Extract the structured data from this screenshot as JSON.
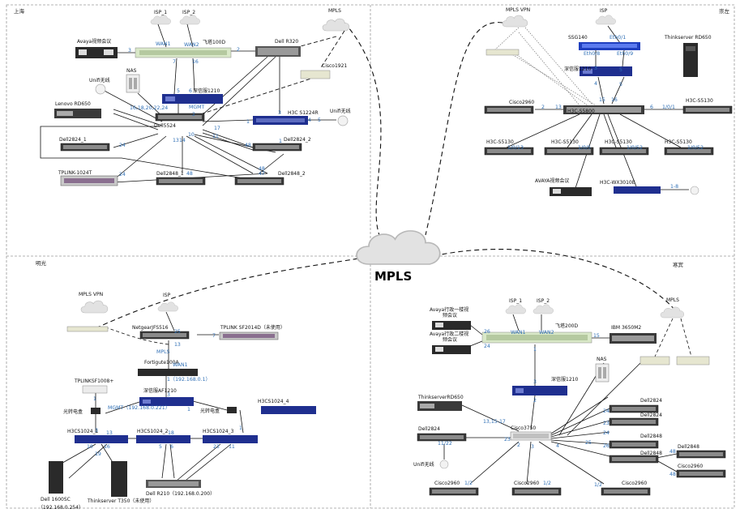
{
  "center": {
    "title": "MPLS"
  },
  "quadrants": [
    {
      "id": "tl",
      "region": "上海",
      "mpls": "MPLS",
      "isp1": "ISP_1",
      "isp2": "ISP_2"
    },
    {
      "id": "tr",
      "region": "崇左",
      "mpls": "MPLS VPN",
      "isp": "ISP"
    },
    {
      "id": "bl",
      "region": "明光",
      "mpls": "MPLS VPN",
      "isp": "ISP"
    },
    {
      "id": "br",
      "region": "寒宾",
      "mpls": "MPLS",
      "isp1": "ISP_1",
      "isp2": "ISP_2"
    }
  ],
  "devices": [
    {
      "id": "sh_avaya",
      "label": "Avaya视频会议"
    },
    {
      "id": "sh_fw",
      "label": "飞塔100D"
    },
    {
      "id": "sh_dellr320",
      "label": "Dell R320"
    },
    {
      "id": "sh_cisco1921",
      "label": "Cisco1921"
    },
    {
      "id": "sh_unifi1",
      "label": "Unifi无线"
    },
    {
      "id": "sh_nas",
      "label": "NAS"
    },
    {
      "id": "sh_sxf",
      "label": "深信服1210"
    },
    {
      "id": "sh_lenovo",
      "label": "Lenovo RD650"
    },
    {
      "id": "sh_dell5524",
      "label": "Dell5524"
    },
    {
      "id": "sh_h3c1224",
      "label": "H3C S1224R"
    },
    {
      "id": "sh_unifi2",
      "label": "Unifi无线"
    },
    {
      "id": "sh_dell2824a",
      "label": "Dell2824_1"
    },
    {
      "id": "sh_dell2824b",
      "label": "Dell2824_2"
    },
    {
      "id": "sh_tplink",
      "label": "TPLINK-1024T"
    },
    {
      "id": "sh_dell2848a",
      "label": "Dell2848_1"
    },
    {
      "id": "sh_dell2848b",
      "label": "Dell2848_2"
    },
    {
      "id": "cz_ssg",
      "label": "SSG140"
    },
    {
      "id": "cz_think",
      "label": "Thinkserver RD650"
    },
    {
      "id": "cz_sxf",
      "label": "深信服1210"
    },
    {
      "id": "cz_c2960",
      "label": "Cisco2960"
    },
    {
      "id": "cz_core",
      "label": "H3C-S5800"
    },
    {
      "id": "cz_s5130r",
      "label": "H3C-S5130"
    },
    {
      "id": "cz_a1",
      "label": "H3C-S5130"
    },
    {
      "id": "cz_a2",
      "label": "H3C-S5130"
    },
    {
      "id": "cz_a3",
      "label": "H3C-S5130"
    },
    {
      "id": "cz_a4",
      "label": "H3C-S5130"
    },
    {
      "id": "cz_avaya",
      "label": "AVAYA视频会议"
    },
    {
      "id": "cz_wx",
      "label": "H3C-WX3010E"
    },
    {
      "id": "mg_netgear",
      "label": "NetgearJFS516"
    },
    {
      "id": "mg_tplink",
      "label": "TPLINK SF2014D（未使用）"
    },
    {
      "id": "mg_fortigate",
      "label": "Fortigute100A"
    },
    {
      "id": "mg_sxf",
      "label": "深信服AF1210"
    },
    {
      "id": "mg_tplink1008",
      "label": "TPLINKSF1008+"
    },
    {
      "id": "mg_opt1",
      "label": "光转电盒"
    },
    {
      "id": "mg_opt2",
      "label": "光转电盒"
    },
    {
      "id": "mg_h3c4",
      "label": "H3CS1024_4"
    },
    {
      "id": "mg_h3c1",
      "label": "H3CS1024_1"
    },
    {
      "id": "mg_h3c2",
      "label": "H3CS1024_2"
    },
    {
      "id": "mg_h3c3",
      "label": "H3CS1024_3"
    },
    {
      "id": "mg_dell1600",
      "label": "Dell 1600SC"
    },
    {
      "id": "mg_dell1600ip",
      "label": "（192.168.0.254）"
    },
    {
      "id": "mg_think",
      "label": "Thinkserver T350（未使用）"
    },
    {
      "id": "mg_dellr210",
      "label": "Dell R210（192.168.0.200）"
    },
    {
      "id": "hb_avaya1",
      "label": "Avaya行政一楼视频会议"
    },
    {
      "id": "hb_avaya2",
      "label": "Avaya行政二楼视频会议"
    },
    {
      "id": "hb_fw",
      "label": "飞塔200D"
    },
    {
      "id": "hb_ibm",
      "label": "IBM 3650M2"
    },
    {
      "id": "hb_nas",
      "label": "NAS"
    },
    {
      "id": "hb_sxf",
      "label": "深信服1210"
    },
    {
      "id": "hb_think",
      "label": "ThinkserverRD650"
    },
    {
      "id": "hb_dell2824",
      "label": "Dell2824"
    },
    {
      "id": "hb_core",
      "label": "Cisco3750"
    },
    {
      "id": "hb_unifi",
      "label": "Unifi无线"
    },
    {
      "id": "hb_r1",
      "label": "Dell2824"
    },
    {
      "id": "hb_r2",
      "label": "Dell2824"
    },
    {
      "id": "hb_r3",
      "label": "Dell2848"
    },
    {
      "id": "hb_r4",
      "label": "Dell2848"
    },
    {
      "id": "hb_r5",
      "label": "Dell2848"
    },
    {
      "id": "hb_r6",
      "label": "Cisco2960"
    },
    {
      "id": "hb_c1",
      "label": "Cisco2960"
    },
    {
      "id": "hb_c2",
      "label": "Cisco2960"
    },
    {
      "id": "hb_c3",
      "label": "Cisco2960"
    }
  ],
  "port_labels": [
    {
      "id": "p01",
      "text": "3"
    },
    {
      "id": "p02",
      "text": "WAN1"
    },
    {
      "id": "p03",
      "text": "WAN2"
    },
    {
      "id": "p04",
      "text": "7"
    },
    {
      "id": "p05",
      "text": "16"
    },
    {
      "id": "p06",
      "text": "2"
    },
    {
      "id": "p07",
      "text": "5"
    },
    {
      "id": "p08",
      "text": "6"
    },
    {
      "id": "p09",
      "text": "MGMT"
    },
    {
      "id": "p10",
      "text": "3"
    },
    {
      "id": "p11",
      "text": "1"
    },
    {
      "id": "p12",
      "text": "4"
    },
    {
      "id": "p13",
      "text": "5"
    },
    {
      "id": "p14",
      "text": "16,18,20,22,24"
    },
    {
      "id": "p15",
      "text": "2"
    },
    {
      "id": "p16",
      "text": "17"
    },
    {
      "id": "p17",
      "text": "11"
    },
    {
      "id": "p18",
      "text": "48"
    },
    {
      "id": "p19",
      "text": "24"
    },
    {
      "id": "p20",
      "text": "1"
    },
    {
      "id": "p21",
      "text": "24"
    },
    {
      "id": "p22",
      "text": "48"
    },
    {
      "id": "p23",
      "text": "48"
    },
    {
      "id": "p24",
      "text": "47"
    },
    {
      "id": "p25",
      "text": "10"
    },
    {
      "id": "p26",
      "text": "13"
    },
    {
      "id": "p27",
      "text": "14"
    },
    {
      "id": "p28",
      "text": "Eth0/1"
    },
    {
      "id": "p29",
      "text": "Eth0/8"
    },
    {
      "id": "p30",
      "text": "Eth0/9"
    },
    {
      "id": "p31",
      "text": "3"
    },
    {
      "id": "p32",
      "text": "5"
    },
    {
      "id": "p33",
      "text": "4"
    },
    {
      "id": "p34",
      "text": "5"
    },
    {
      "id": "p35",
      "text": "2"
    },
    {
      "id": "p36",
      "text": "13"
    },
    {
      "id": "p37",
      "text": "15"
    },
    {
      "id": "p38",
      "text": "16"
    },
    {
      "id": "p39",
      "text": "6"
    },
    {
      "id": "p40",
      "text": "1/0/1"
    },
    {
      "id": "p41",
      "text": "1/0/13"
    },
    {
      "id": "p42",
      "text": "1/0/5"
    },
    {
      "id": "p43",
      "text": "1/0/52"
    },
    {
      "id": "p44",
      "text": "1/0/52"
    },
    {
      "id": "p45",
      "text": "1-8"
    },
    {
      "id": "p46",
      "text": "25"
    },
    {
      "id": "p47",
      "text": "7"
    },
    {
      "id": "p48",
      "text": "13"
    },
    {
      "id": "p49",
      "text": "MPLS"
    },
    {
      "id": "p50",
      "text": "WAN1"
    },
    {
      "id": "p51",
      "text": "1（192.168.0.1）"
    },
    {
      "id": "p52",
      "text": "3"
    },
    {
      "id": "p53",
      "text": "1"
    },
    {
      "id": "p54",
      "text": "MGMT（192.168.0.221）"
    },
    {
      "id": "p55",
      "text": "1"
    },
    {
      "id": "p56",
      "text": "3"
    },
    {
      "id": "p57",
      "text": "13"
    },
    {
      "id": "p58",
      "text": "18"
    },
    {
      "id": "p59",
      "text": "1"
    },
    {
      "id": "p60",
      "text": "10"
    },
    {
      "id": "p61",
      "text": "16"
    },
    {
      "id": "p62",
      "text": "5"
    },
    {
      "id": "p63",
      "text": "6"
    },
    {
      "id": "p64",
      "text": "23"
    },
    {
      "id": "p65",
      "text": "11"
    },
    {
      "id": "p66",
      "text": "19"
    },
    {
      "id": "p67",
      "text": "26"
    },
    {
      "id": "p68",
      "text": "24"
    },
    {
      "id": "p69",
      "text": "WAN1"
    },
    {
      "id": "p70",
      "text": "WAN2"
    },
    {
      "id": "p71",
      "text": "15"
    },
    {
      "id": "p72",
      "text": "1"
    },
    {
      "id": "p73",
      "text": "3"
    },
    {
      "id": "p74",
      "text": "2"
    },
    {
      "id": "p75",
      "text": "13,15-17"
    },
    {
      "id": "p76",
      "text": "23"
    },
    {
      "id": "p77",
      "text": "11/22"
    },
    {
      "id": "p78",
      "text": "2"
    },
    {
      "id": "p79",
      "text": "3"
    },
    {
      "id": "p80",
      "text": "4"
    },
    {
      "id": "p81",
      "text": "24"
    },
    {
      "id": "p82",
      "text": "23"
    },
    {
      "id": "p83",
      "text": "24"
    },
    {
      "id": "p84",
      "text": "25"
    },
    {
      "id": "p85",
      "text": "26"
    },
    {
      "id": "p86",
      "text": "48"
    },
    {
      "id": "p87",
      "text": "48"
    },
    {
      "id": "p88",
      "text": "1/2"
    },
    {
      "id": "p89",
      "text": "1/2"
    },
    {
      "id": "p90",
      "text": "1/2"
    }
  ],
  "colors": {
    "port": "#2f6fb5",
    "divider": "#9a9a9a",
    "line": "#111111",
    "bluedev": "#1f2f8f"
  }
}
